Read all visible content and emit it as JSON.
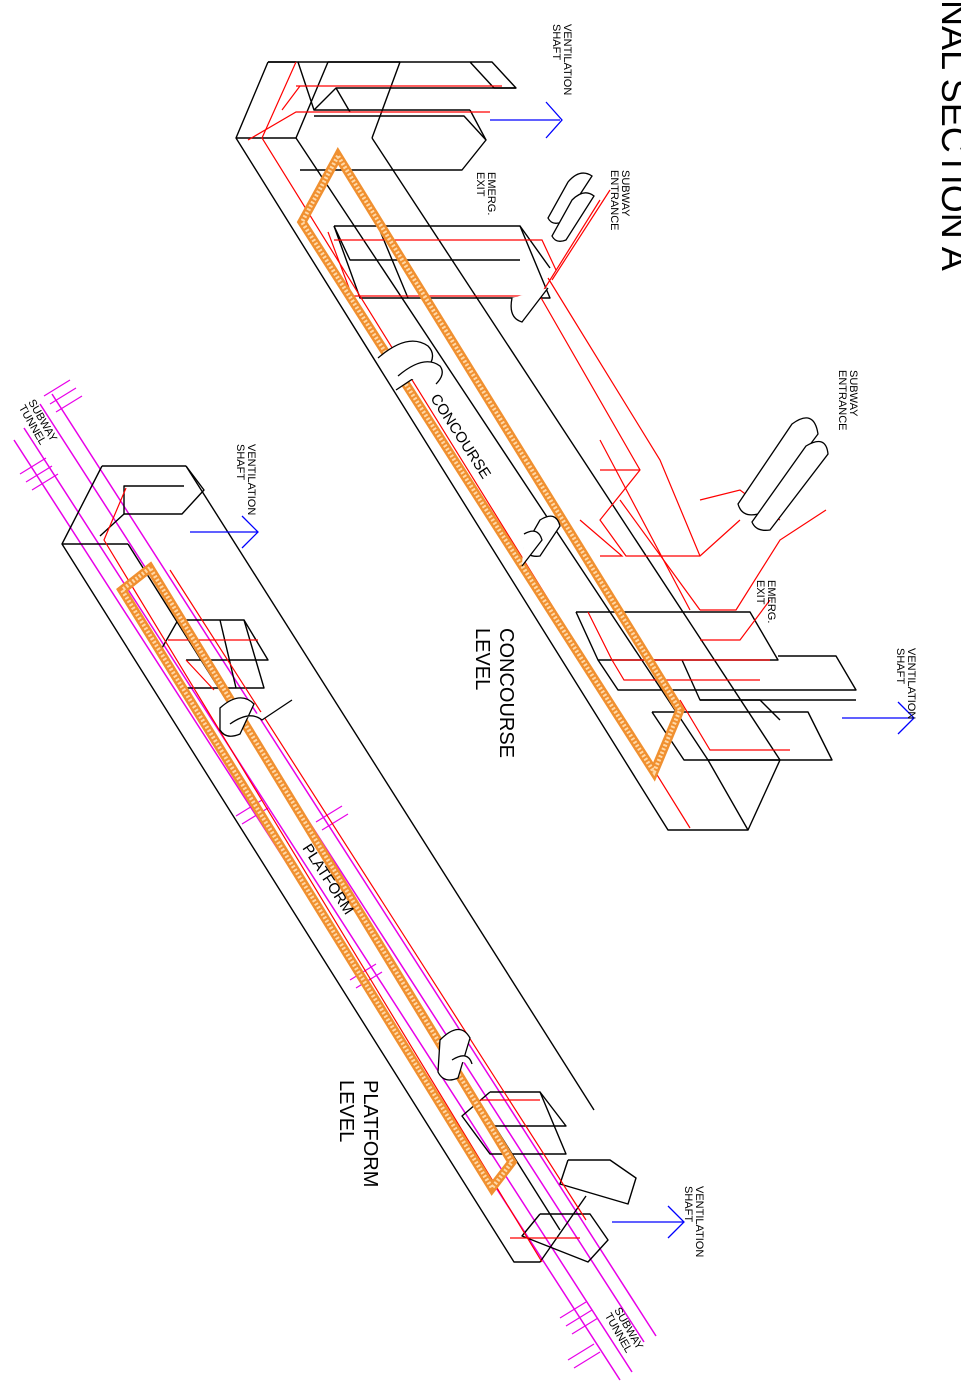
{
  "title_fragment": "INAL SECTION   A",
  "labels": {
    "ventilation": "VENTILATION",
    "shaft": "SHAFT",
    "subway": "SUBWAY",
    "entrance": "ENTRANCE",
    "emerg": "EMERG.",
    "exit": "EXIT",
    "tunnel": "TUNNEL",
    "concourse": "CONCOURSE",
    "platform": "PLATFORM",
    "level": "LEVEL"
  },
  "colors": {
    "structure": "#000000",
    "circulation_red": "#ff0000",
    "airflow_blue": "#0000ff",
    "tunnel_magenta": "#e800e8",
    "walkway_orange": "#f09030"
  }
}
